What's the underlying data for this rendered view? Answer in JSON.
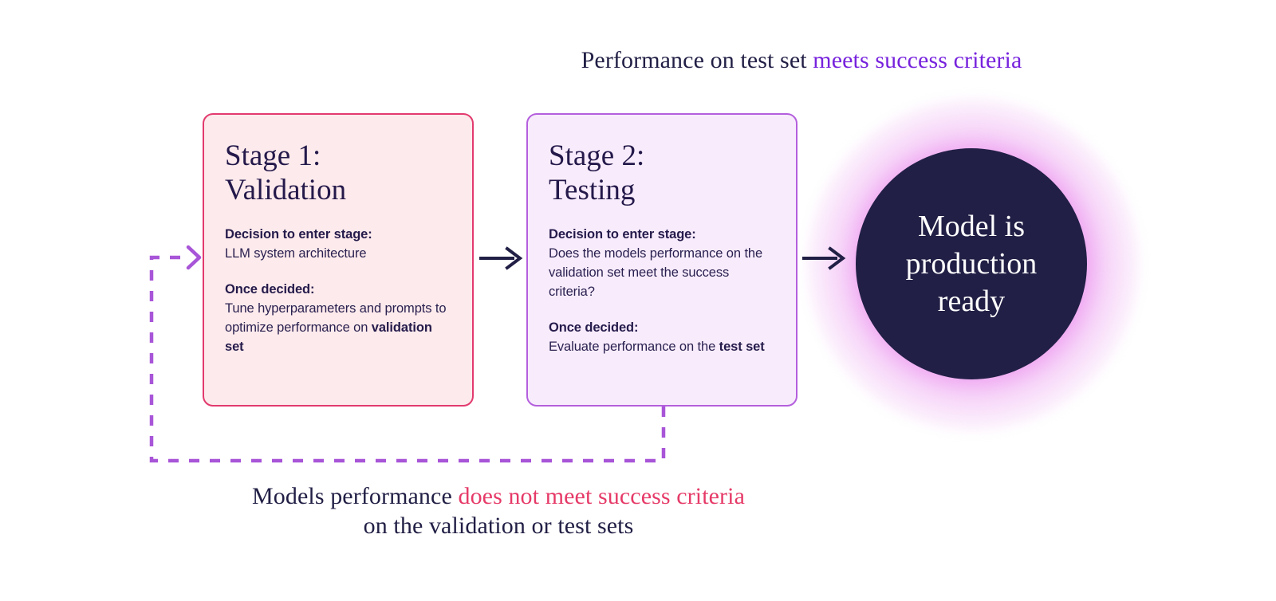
{
  "colors": {
    "ink": "#211f45",
    "accent_purple": "#7722dd",
    "accent_pink": "#e63a68",
    "stage1_border": "#e23a6e",
    "stage1_fill": "#fdeaec",
    "stage2_border": "#b45fdd",
    "stage2_fill": "#f8ecfc",
    "circle_fill": "#211f45",
    "glow": "#e460e6",
    "dashed_arrow": "#a855d8",
    "solid_arrow": "#211f45"
  },
  "top_caption": {
    "plain": "Performance on test set ",
    "highlight": "meets success criteria"
  },
  "stages": [
    {
      "title": "Stage 1:\nValidation",
      "blocks": [
        {
          "heading": "Decision to enter stage:",
          "body_plain": "LLM system architecture",
          "body_pre": "LLM system architecture",
          "body_bold": "",
          "body_post": ""
        },
        {
          "heading": "Once decided:",
          "body_pre": "Tune hyperparameters and prompts to optimize performance on ",
          "body_bold": "validation set",
          "body_post": ""
        }
      ]
    },
    {
      "title": "Stage 2:\nTesting",
      "blocks": [
        {
          "heading": "Decision to enter stage:",
          "body_pre": "Does the models performance on the validation set meet the success criteria?",
          "body_bold": "",
          "body_post": ""
        },
        {
          "heading": "Once decided:",
          "body_pre": "Evaluate performance on the ",
          "body_bold": "test set",
          "body_post": ""
        }
      ]
    }
  ],
  "result": {
    "label": "Model is\nproduction\nready"
  },
  "bottom_caption": {
    "line1_plain": "Models performance ",
    "line1_highlight": "does not meet success criteria",
    "line2": "on the validation or test sets"
  },
  "arrows": {
    "stage1_to_stage2": "arrow-right-icon",
    "stage2_to_result": "arrow-right-icon",
    "feedback_loop": "dashed-feedback-arrow-icon"
  }
}
